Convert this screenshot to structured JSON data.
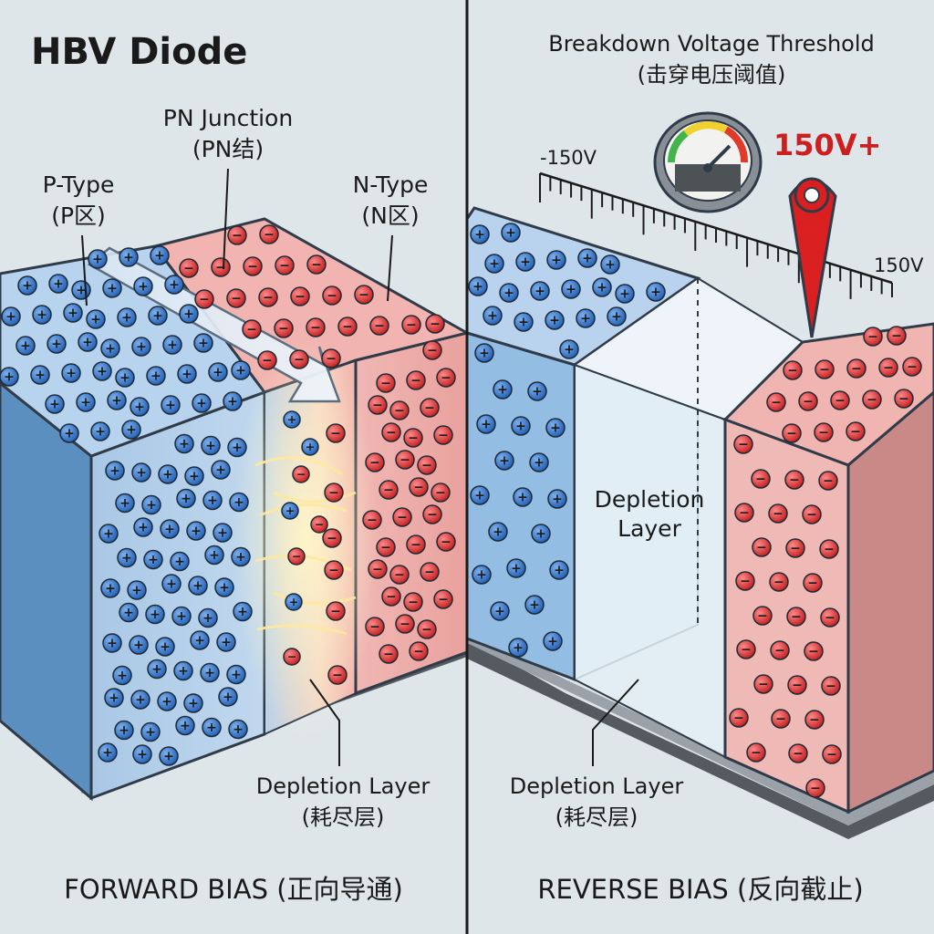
{
  "title": "HBV Diode",
  "forward": {
    "pn_junction_en": "PN Junction",
    "pn_junction_cn": "(PN结)",
    "p_type_en": "P-Type",
    "p_type_cn": "(P区)",
    "n_type_en": "N-Type",
    "n_type_cn": "(N区)",
    "depletion_en": "Depletion Layer",
    "depletion_cn": "(耗尽层)",
    "caption": "FORWARD BIAS (正向导通)"
  },
  "reverse": {
    "threshold_en": "Breakdown Voltage Threshold",
    "threshold_cn": "(击穿电压阈值)",
    "scale_left": "-150V",
    "scale_right": "150V",
    "voltage_reading": "150V+",
    "depletion_center_line1": "Depletion",
    "depletion_center_line2": "Layer",
    "depletion_en": "Depletion Layer",
    "depletion_cn": "(耗尽层)",
    "caption": "REVERSE BIAS (反向截止)"
  },
  "symbols": {
    "hole": "+",
    "electron": "−"
  },
  "colors": {
    "p_region": "#5b95cf",
    "n_region": "#d97474",
    "hole_charge": "#2f6fc4",
    "electron_charge": "#d93535",
    "needle": "#d91f1f",
    "accent_text": "#cc1f1f"
  },
  "icons": [
    "gauge-icon",
    "needle-pointer-icon",
    "flow-arrow-icon"
  ]
}
